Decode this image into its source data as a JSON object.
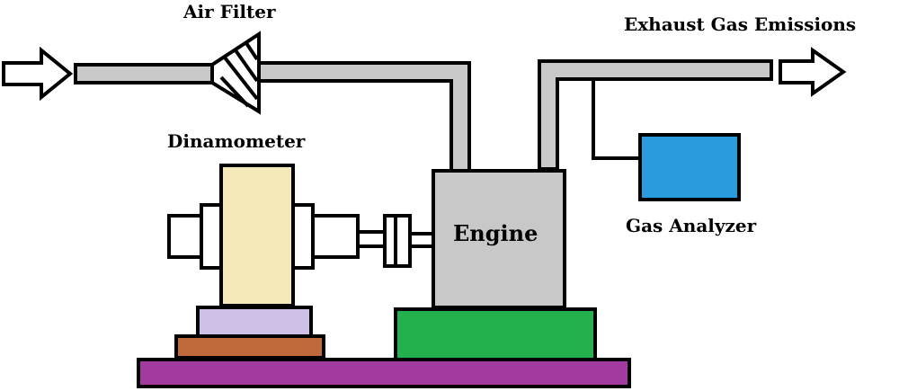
{
  "labels": {
    "air_filter": "Air Filter",
    "exhaust": "Exhaust Gas Emissions",
    "dynamometer": "Dinamometer",
    "engine": "Engine",
    "gas_analyzer": "Gas Analyzer"
  },
  "colors": {
    "pipe": "#c8c8c8",
    "engine": "#c8c8c8",
    "engine_base": "#22b14c",
    "dyno_drum": "#f4e8b8",
    "dyno_pad": "#cdbfe6",
    "dyno_plate": "#c06a3c",
    "base_plate": "#a23a9f",
    "analyzer": "#2a9bdc",
    "outline": "#000000"
  },
  "icons": {
    "inlet_arrow": "hollow-arrow-right-icon",
    "exhaust_arrow": "hollow-arrow-right-icon",
    "filter": "funnel-filter-icon"
  }
}
